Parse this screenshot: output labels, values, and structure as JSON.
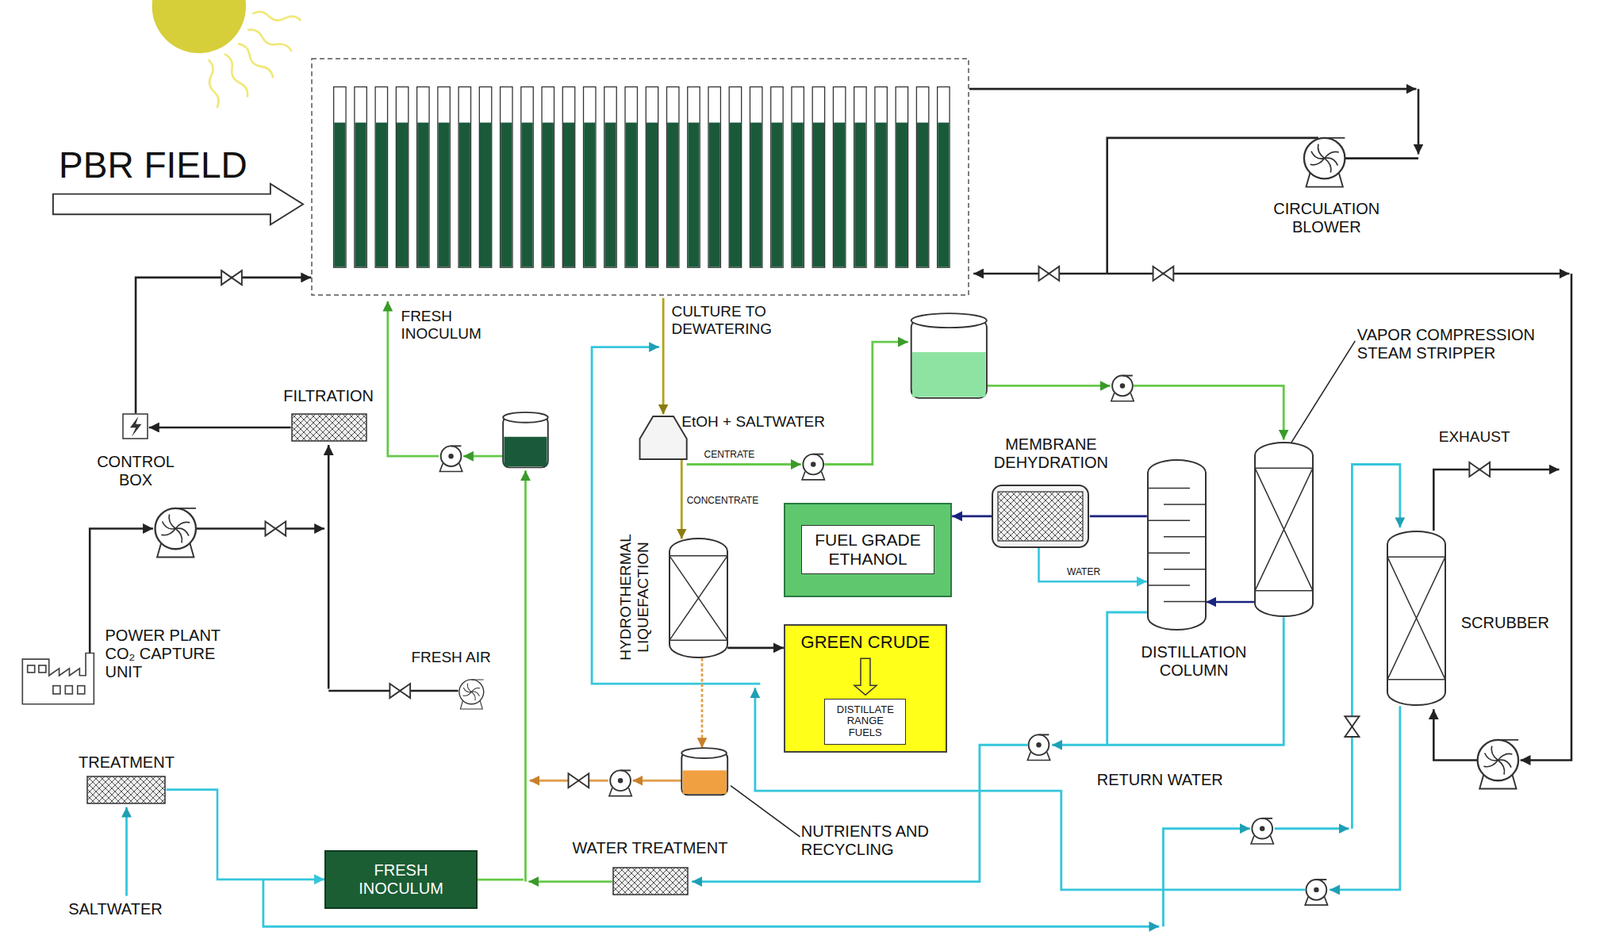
{
  "diagram": {
    "nodes": [
      {
        "text": [
          "PBR FIELD"
        ]
      },
      {
        "text": [
          "HYDROTHERMAL LIQUEFACTION"
        ]
      },
      {
        "text": [
          "GREEN CRUDE",
          "DISTILLATE RANGE FUELS"
        ]
      },
      {
        "text": [
          "MEMBRANE DEHYDRATION"
        ]
      },
      {
        "text": [
          "FUEL GRADE ETHANOL"
        ]
      },
      {
        "text": [
          "DISTILLATION COLUMN"
        ]
      },
      {
        "text": [
          "VAPOR COMPRESSION STEAM STRIPPER"
        ]
      },
      {
        "text": [
          "SCRUBBER"
        ]
      },
      {
        "text": [
          "FRESH INOCULUM"
        ]
      },
      {
        "text": [
          "FILTRATION"
        ]
      },
      {
        "text": [
          "CONTROL BOX"
        ]
      },
      {
        "text": [
          "TREATMENT"
        ]
      },
      {
        "text": [
          "WATER TREATMENT"
        ]
      }
    ],
    "edges": [
      {
        "from": 1,
        "to": 2,
        "arrow": "to"
      },
      {
        "from": 3,
        "to": 4,
        "arrow": "to"
      },
      {
        "from": 5,
        "to": 3,
        "arrow": "none"
      },
      {
        "from": 3,
        "to": 5,
        "label": "WATER",
        "arrow": "to"
      },
      {
        "from": 6,
        "to": 5,
        "arrow": "to"
      },
      {
        "from": 9,
        "to": 10,
        "arrow": "to"
      },
      {
        "from": 10,
        "to": 0,
        "arrow": "to"
      },
      {
        "from": 11,
        "to": 8,
        "arrow": "to"
      }
    ],
    "labels": [
      "FRESH INOCULUM",
      "CULTURE TO DEWATERING",
      "CIRCULATION BLOWER",
      "EtOH + SALTWATER",
      "CENTRATE",
      "CONCENTRATE",
      "EXHAUST",
      "FRESH AIR",
      "POWER PLANT CO₂ CAPTURE UNIT",
      "NUTRIENTS AND RECYCLING",
      "RETURN WATER",
      "SALTWATER"
    ]
  }
}
